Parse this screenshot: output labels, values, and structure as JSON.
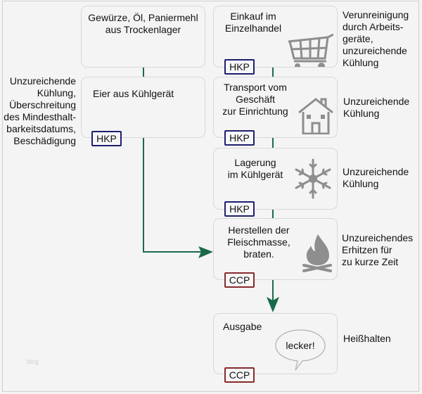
{
  "colors": {
    "background": "#f4f4f4",
    "box_border": "#d8d8d8",
    "hkp_border": "#1e1e6e",
    "ccp_border": "#8a2a2a",
    "connector": "#1a6a4a",
    "icon": "#8e8e8e"
  },
  "left_column": {
    "steps": [
      {
        "title": "Gewürze, Öl, Paniermehl\naus Trockenlager",
        "badge": null,
        "hazard": ""
      },
      {
        "title": "Eier aus Kühlgerät",
        "badge": "HKP",
        "hazard": "Unzureichende\nKühlung,\nÜberschreitung\ndes Mindesthalt-\nbarkeitsdatums,\nBeschädigung"
      }
    ]
  },
  "right_column": {
    "steps": [
      {
        "title": "Einkauf im\nEinzelhandel",
        "badge": "HKP",
        "icon": "shopping-cart-icon",
        "hazard": "Verunreinigung\ndurch Arbeits-\ngeräte,\nunzureichende\nKühlung"
      },
      {
        "title": "Transport vom\nGeschäft\nzur Einrichtung",
        "badge": "HKP",
        "icon": "house-icon",
        "hazard": "Unzureichende\nKühlung"
      },
      {
        "title": "Lagerung\nim Kühlgerät",
        "badge": "HKP",
        "icon": "snowflake-icon",
        "hazard": "Unzureichende\nKühlung"
      },
      {
        "title": "Herstellen der\nFleischmasse,\nbraten.",
        "badge": "CCP",
        "icon": "campfire-icon",
        "hazard": "Unzureichendes\nErhitzen für\nzu kurze Zeit"
      },
      {
        "title": "Ausgabe",
        "badge": "CCP",
        "icon": "speech-bubble-icon",
        "bubble_text": "lecker!",
        "hazard": "Heißhalten"
      }
    ]
  },
  "watermark": "blog"
}
